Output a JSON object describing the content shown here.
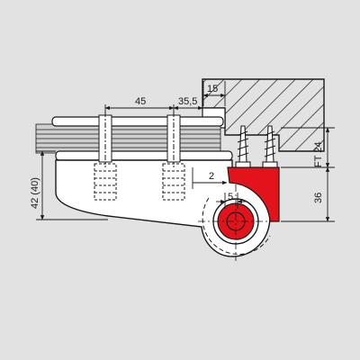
{
  "colors": {
    "background": "#e2e2e2",
    "line": "#1a1a1a",
    "body_fill": "#ffffff",
    "accent_red": "#e3131b",
    "glass_fill": "#bdbdbd"
  },
  "dimensions": {
    "top_45": "45",
    "top_35_5": "35,5",
    "top_15": "15",
    "ft_24": "FT 24",
    "side_36": "36",
    "left_42_40": "42 (40)",
    "gap_2": "2",
    "bore_5": "5"
  }
}
